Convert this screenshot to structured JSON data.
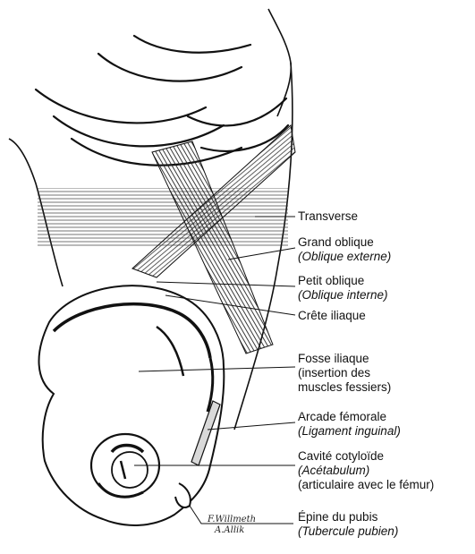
{
  "labels": [
    {
      "id": "transverse",
      "lines": [
        {
          "text": "Transverse",
          "italic": false
        }
      ]
    },
    {
      "id": "grand-oblique",
      "lines": [
        {
          "text": "Grand oblique",
          "italic": false
        },
        {
          "text": "(Oblique externe)",
          "italic": true
        }
      ]
    },
    {
      "id": "petit-oblique",
      "lines": [
        {
          "text": "Petit oblique",
          "italic": false
        },
        {
          "text": "(Oblique interne)",
          "italic": true
        }
      ]
    },
    {
      "id": "crete-iliaque",
      "lines": [
        {
          "text": "Crête iliaque",
          "italic": false
        }
      ]
    },
    {
      "id": "fosse-iliaque",
      "lines": [
        {
          "text": "Fosse iliaque",
          "italic": false
        },
        {
          "text": "(insertion des",
          "italic": false
        },
        {
          "text": "muscles fessiers)",
          "italic": false
        }
      ]
    },
    {
      "id": "arcade-femorale",
      "lines": [
        {
          "text": "Arcade fémorale",
          "italic": false
        },
        {
          "text": "(Ligament inguinal)",
          "italic": true
        }
      ]
    },
    {
      "id": "cavite-cotyloide",
      "lines": [
        {
          "text": "Cavité cotyloïde",
          "italic": false
        },
        {
          "text": "(Acétabulum)",
          "italic": true
        },
        {
          "text": "(articulaire avec le fémur)",
          "italic": false
        }
      ]
    },
    {
      "id": "epine-pubis",
      "lines": [
        {
          "text": "Épine du pubis",
          "italic": false
        },
        {
          "text": "(Tubercule pubien)",
          "italic": true
        }
      ]
    }
  ],
  "signature": {
    "line1": "F.Willmeth",
    "line2": "A.Allik"
  },
  "colors": {
    "ink": "#111111",
    "paper": "#ffffff",
    "muscle_fill": "#d9d9d9"
  }
}
